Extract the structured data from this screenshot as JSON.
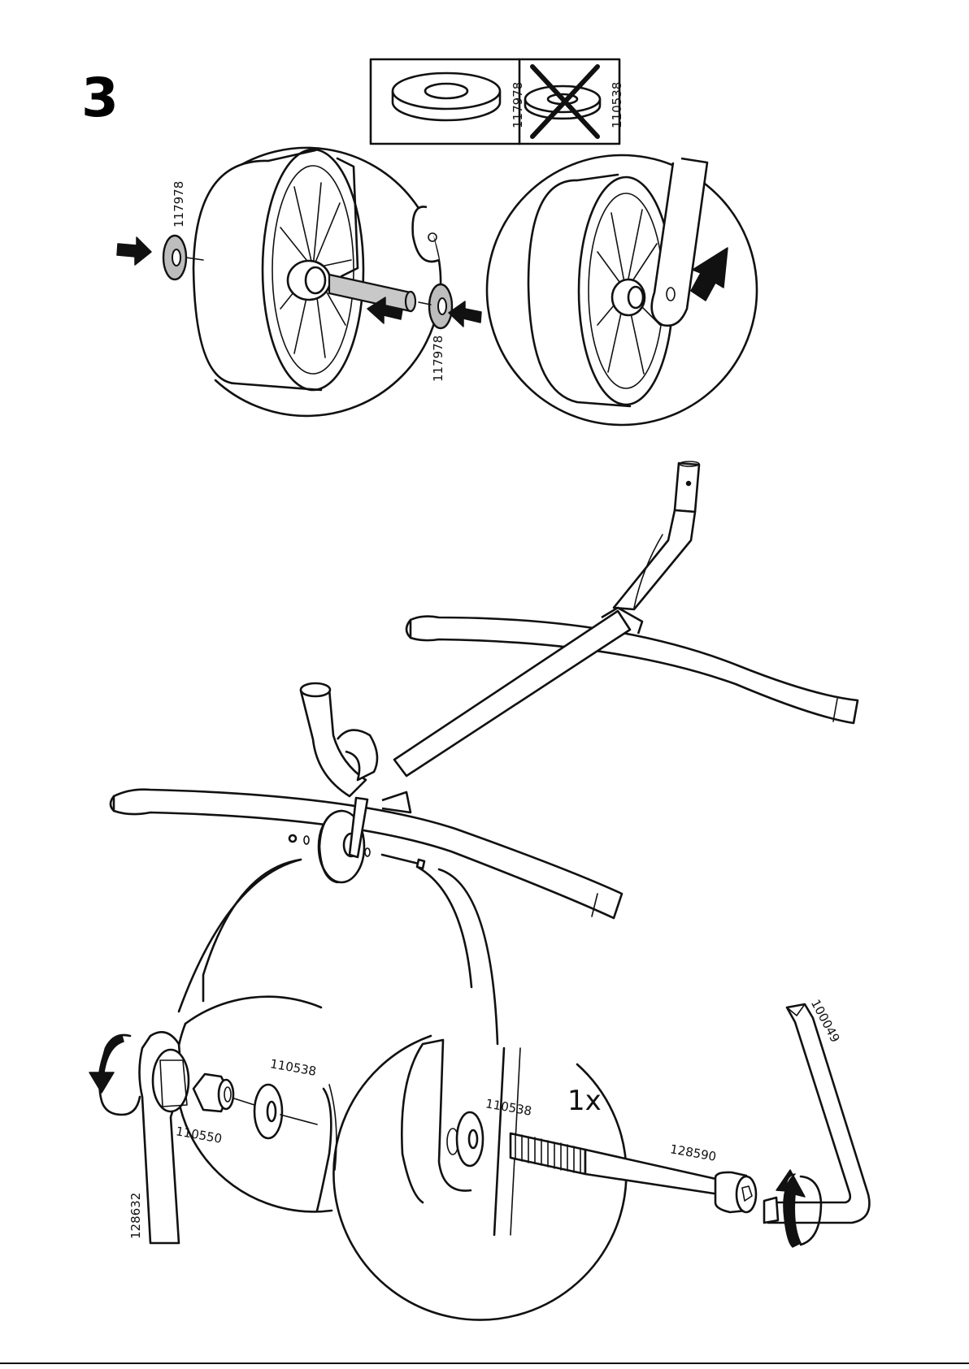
{
  "step": {
    "number": "3"
  },
  "parts": {
    "washer_ok": "117978",
    "washer_not": "110538",
    "left_washer": "117978",
    "right_washer": "117978",
    "nut_washer": "110538",
    "nut": "110550",
    "wrench": "128632",
    "bolt_washer": "110538",
    "bolt": "128590",
    "hex_key": "100049"
  },
  "quantity": "1x",
  "icons": [
    "arrow-push-icon",
    "rotate-arrow-icon",
    "cross-mark-icon"
  ]
}
